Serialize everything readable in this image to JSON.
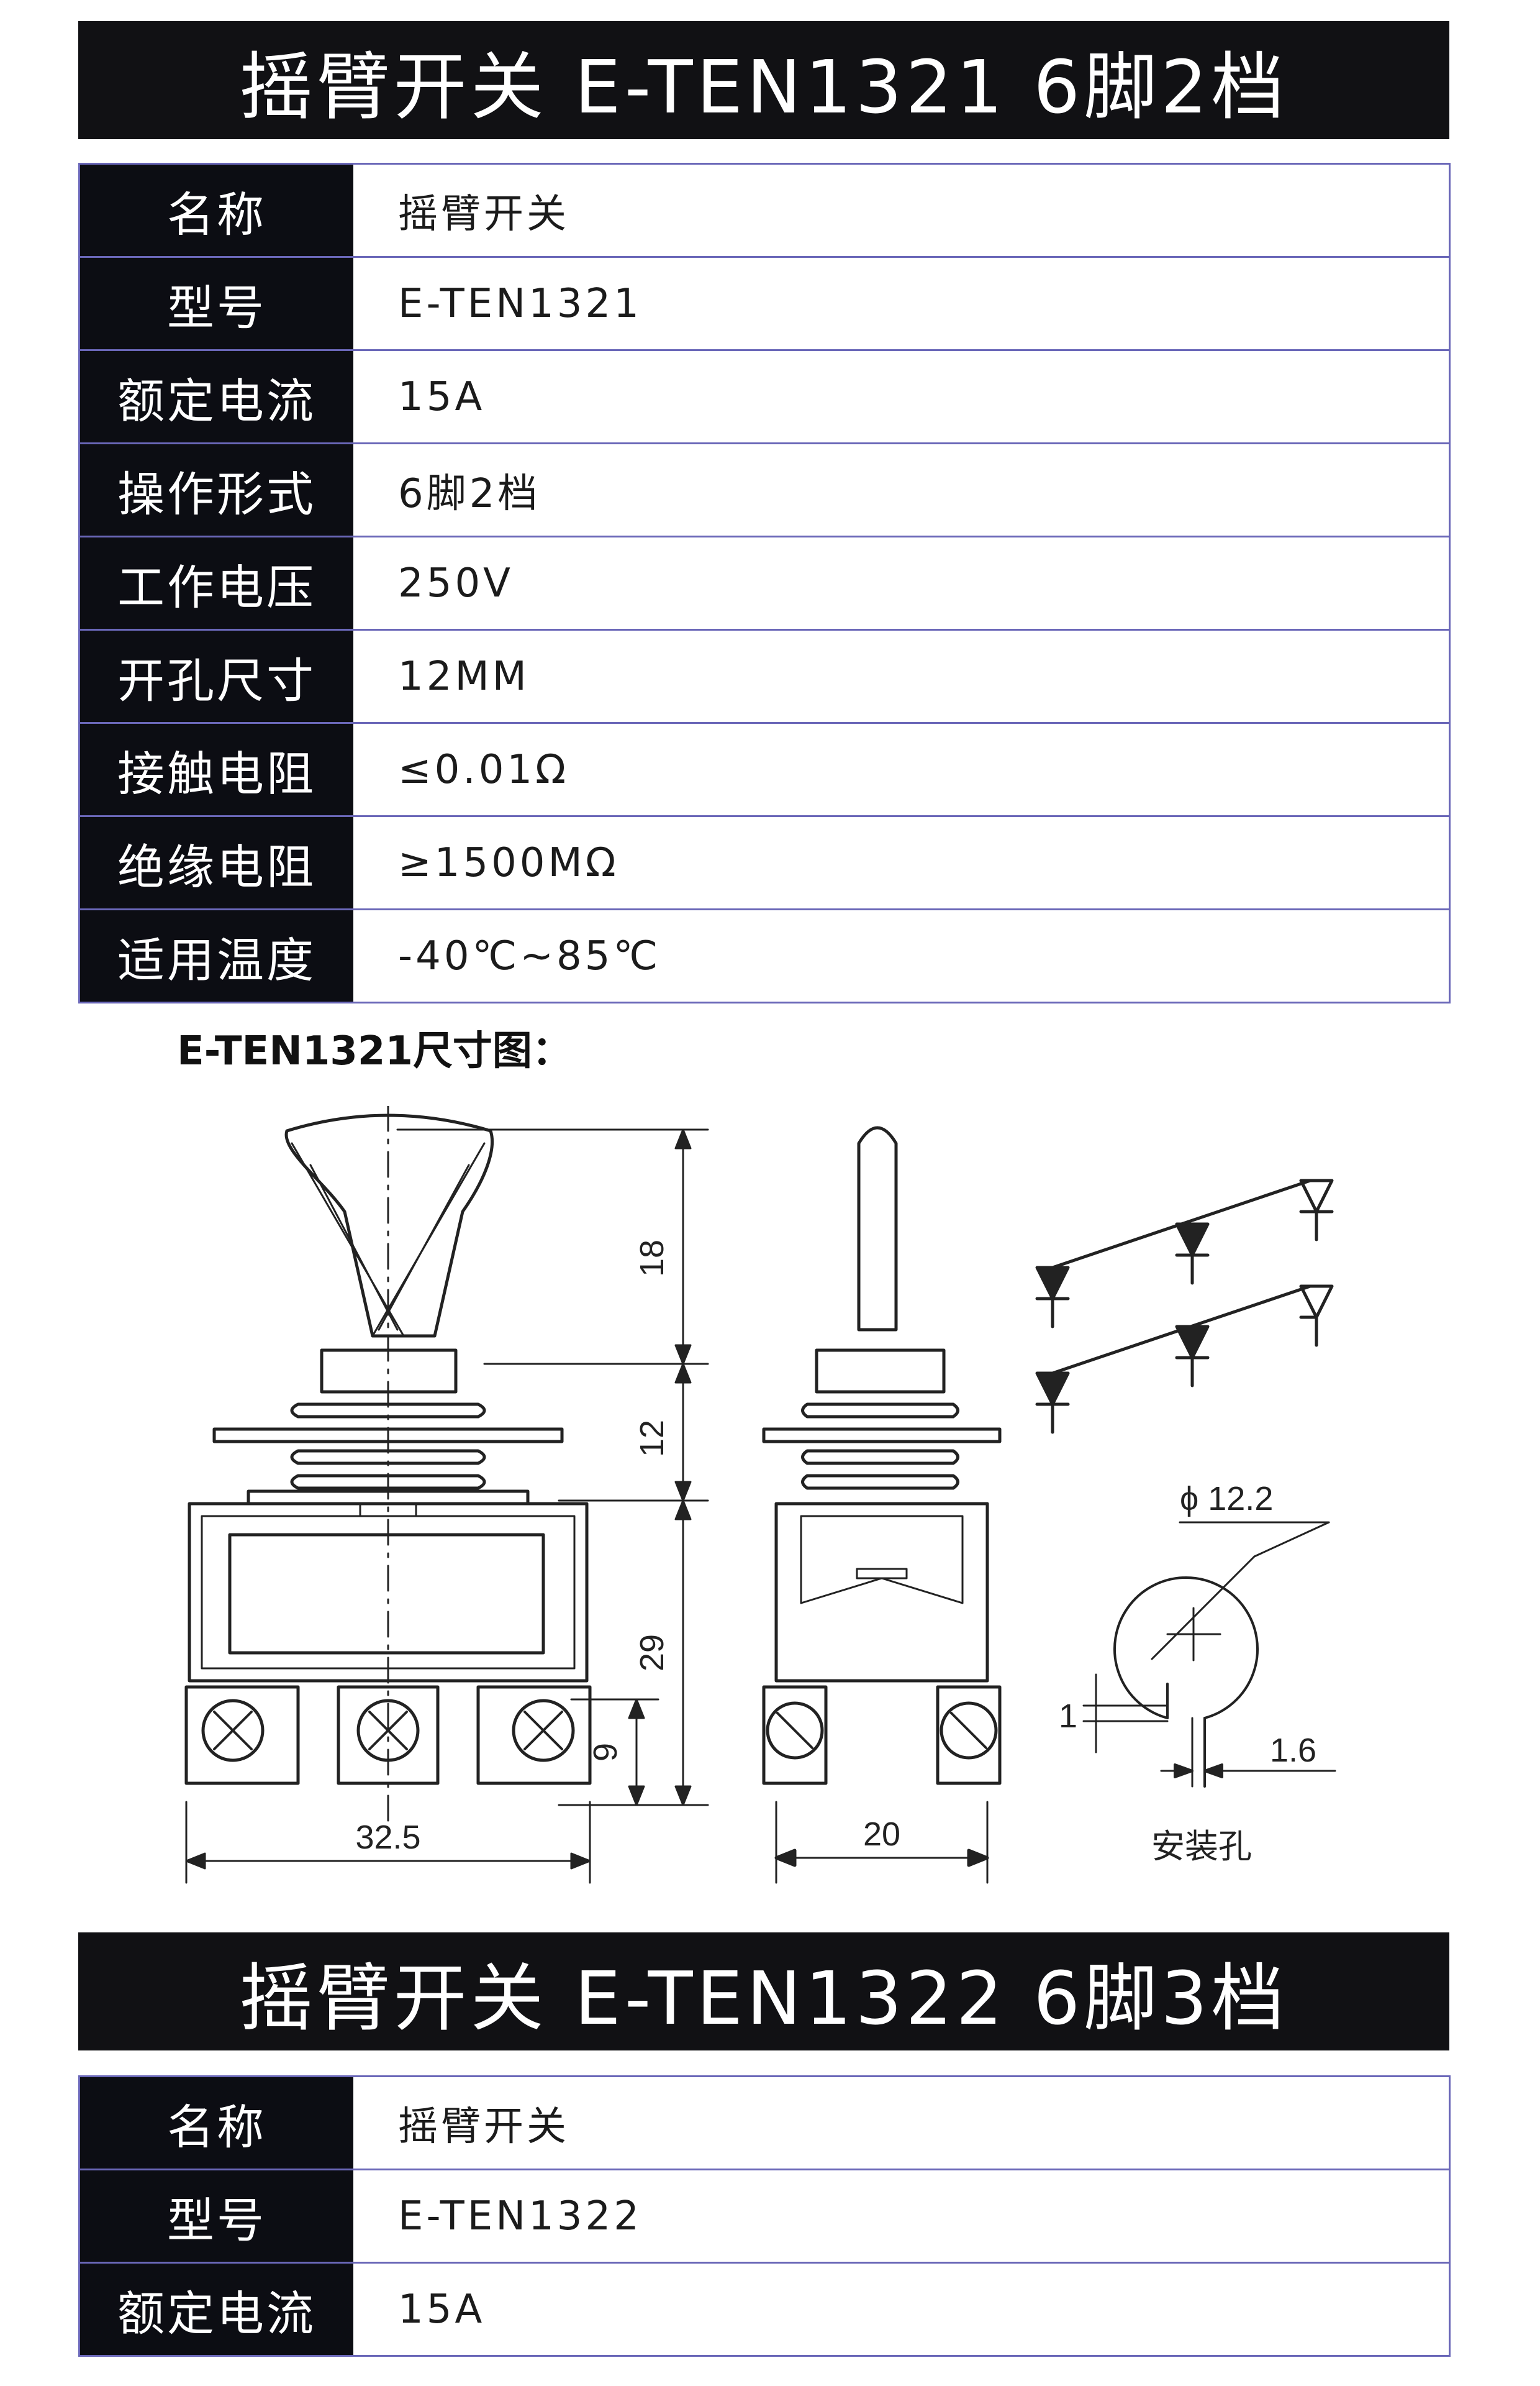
{
  "section1": {
    "banner_title": "摇臂开关 E-TEN1321 6脚2档",
    "specs": [
      {
        "label": "名称",
        "value": "摇臂开关"
      },
      {
        "label": "型号",
        "value": "E-TEN1321"
      },
      {
        "label": "额定电流",
        "value": "15A"
      },
      {
        "label": "操作形式",
        "value": "6脚2档"
      },
      {
        "label": "工作电压",
        "value": "250V"
      },
      {
        "label": "开孔尺寸",
        "value": "12MM"
      },
      {
        "label": "接触电阻",
        "value": "≤0.01Ω"
      },
      {
        "label": "绝缘电阻",
        "value": "≥1500MΩ"
      },
      {
        "label": "适用温度",
        "value": "-40℃~85℃"
      }
    ]
  },
  "drawing": {
    "title": "E-TEN1321尺寸图：",
    "dims": {
      "d18": "18",
      "d12": "12",
      "d29": "29",
      "d9": "9",
      "w325": "32.5",
      "w20": "20",
      "hole_dia": "ϕ 12.2",
      "d1": "1",
      "d16": "1.6",
      "hole_label": "安装孔"
    }
  },
  "section2": {
    "banner_title": "摇臂开关 E-TEN1322 6脚3档",
    "specs": [
      {
        "label": "名称",
        "value": "摇臂开关"
      },
      {
        "label": "型号",
        "value": "E-TEN1322"
      },
      {
        "label": "额定电流",
        "value": "15A"
      }
    ]
  }
}
